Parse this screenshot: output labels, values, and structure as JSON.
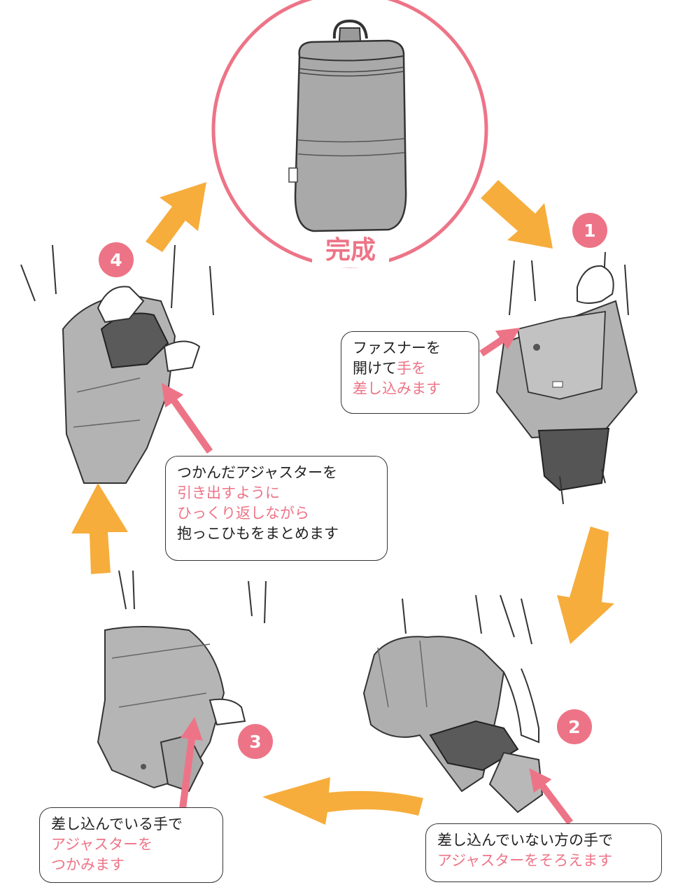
{
  "finish_label": "完成",
  "steps": [
    {
      "number": "1",
      "lines": [
        {
          "text": "ファスナーを",
          "highlight": false
        },
        {
          "text": "開けて",
          "highlight": false,
          "accent": "手を"
        },
        {
          "text": "差し込みます",
          "highlight": true
        }
      ]
    },
    {
      "number": "2",
      "lines": [
        {
          "text": "差し込んでいない方の手で",
          "highlight": false
        },
        {
          "text": "アジャスターをそろえます",
          "highlight": true
        }
      ]
    },
    {
      "number": "3",
      "lines": [
        {
          "text": "差し込んでいる手で",
          "highlight": false
        },
        {
          "text": "アジャスターを",
          "highlight": true
        },
        {
          "text": "つかみます",
          "highlight": true
        }
      ]
    },
    {
      "number": "4",
      "lines": [
        {
          "text": "つかんだアジャスターを",
          "highlight": false
        },
        {
          "text": "引き出すように",
          "highlight": true
        },
        {
          "text": "ひっくり返しながら",
          "highlight": true
        },
        {
          "text": "抱っこひもをまとめます",
          "highlight": false
        }
      ]
    }
  ],
  "colors": {
    "accent_pink": "#ed7487",
    "flow_orange": "#f6ad3c",
    "bag_gray": "#aeaeae",
    "bag_dark": "#5a5a5a"
  }
}
